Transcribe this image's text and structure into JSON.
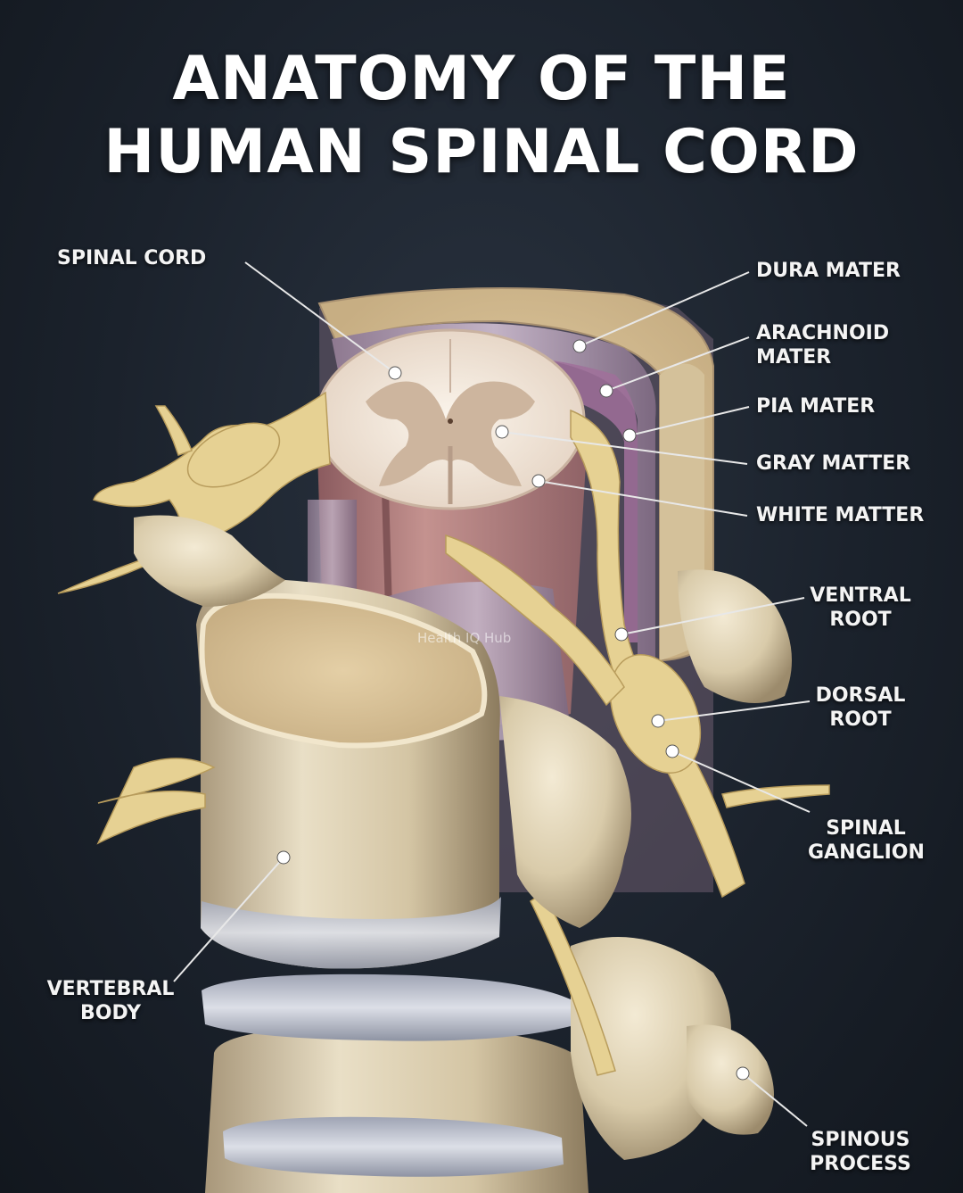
{
  "title": {
    "line1": "ANATOMY OF THE",
    "line2": "HUMAN SPINAL CORD"
  },
  "labels": {
    "spinal_cord": "SPINAL CORD",
    "dura_mater": "DURA MATER",
    "arachnoid_mater": [
      "ARACHNOID",
      "MATER"
    ],
    "pia_mater": "PIA MATER",
    "gray_matter": "GRAY MATTER",
    "white_matter": "WHITE MATTER",
    "ventral_root": [
      "VENTRAL",
      "ROOT"
    ],
    "dorsal_root": [
      "DORSAL",
      "ROOT"
    ],
    "spinal_ganglion": [
      "SPINAL",
      "GANGLION"
    ],
    "vertebral_body": [
      "VERTEBRAL",
      "BODY"
    ],
    "spinous_process": [
      "SPINOUS",
      "PROCESS"
    ]
  },
  "watermark": "Health IQ Hub",
  "colors": {
    "bone": "#e8dcc0",
    "nerve": "#e9d59a",
    "cord": "#b98a88",
    "gray_matter": "#cdb59e",
    "meninges": "#a88aa6",
    "disc": "#c9ccd6"
  }
}
